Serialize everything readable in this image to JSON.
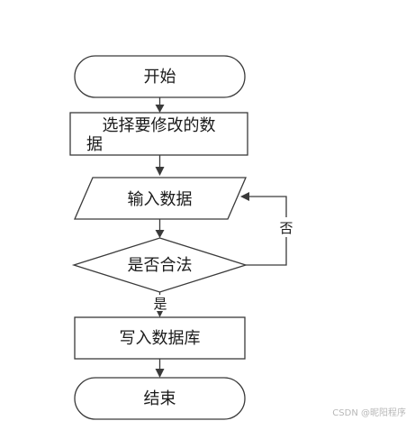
{
  "nodes": {
    "start": "开始",
    "select_line1": "选择要修改的数",
    "select_line2": "据",
    "input": "输入数据",
    "decision": "是否合法",
    "write": "写入数据库",
    "end": "结束"
  },
  "edges": {
    "yes": "是",
    "no": "否"
  },
  "watermark": "CSDN @昵阳程序",
  "colors": {
    "stroke": "#3a3a3a",
    "text": "#1a1a1a",
    "background": "#ffffff"
  }
}
